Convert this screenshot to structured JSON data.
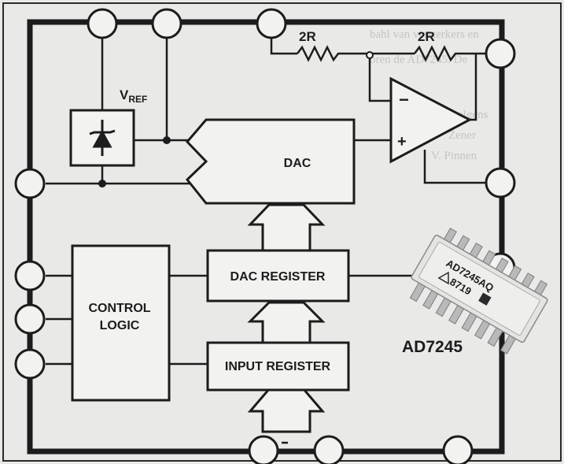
{
  "labels": {
    "vref_main": "V",
    "vref_sub": "REF",
    "resistor_left": "2R",
    "resistor_right": "2R",
    "opamp_minus": "−",
    "opamp_plus": "+",
    "dac": "DAC",
    "dac_register": "DAC REGISTER",
    "control_logic_line1": "CONTROL",
    "control_logic_line2": "LOGIC",
    "input_register": "INPUT REGISTER",
    "part_name": "AD7245",
    "chip_marking_line1": "AD7245AQ",
    "chip_marking_line2": "8719"
  },
  "background_text": {
    "line1": "bahl van versterkers en",
    "line2": "oren de AD7245. De",
    "line3": "is volgens",
    "line4": "Zener",
    "line5": "V. Pinnen"
  },
  "colors": {
    "line": "#1c1c1c",
    "block_fill": "#f2f2f0",
    "page": "#e9e9e7",
    "chip_body": "#e4e4e2",
    "chip_pins": "#b9b9b9"
  }
}
